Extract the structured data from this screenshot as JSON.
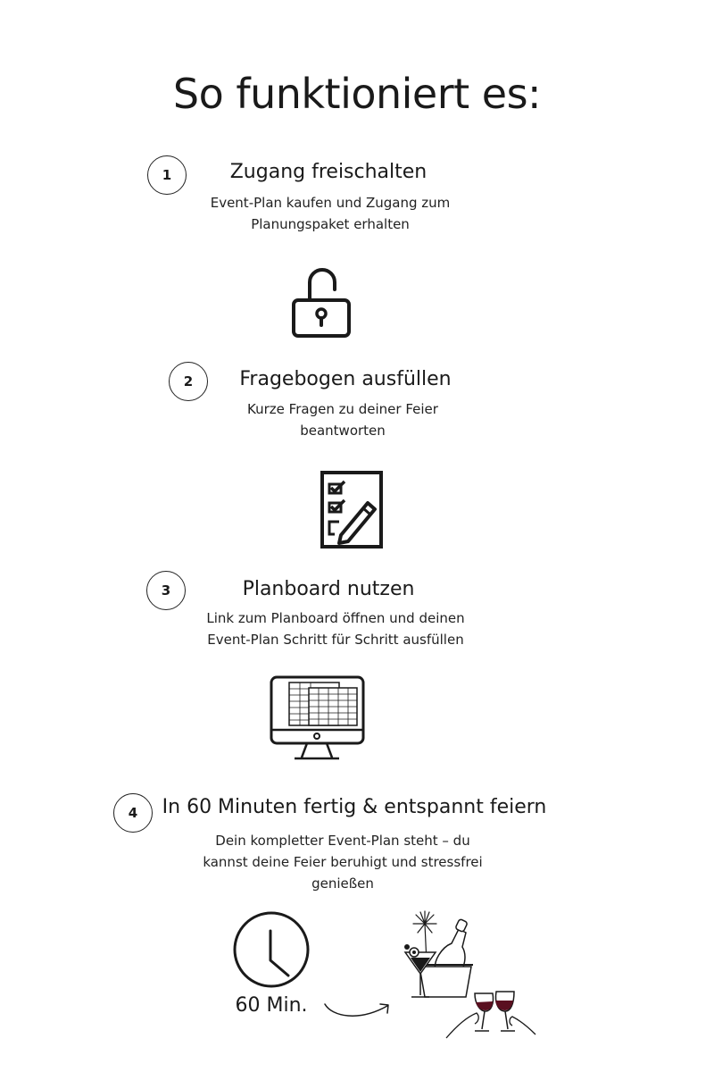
{
  "page": {
    "title": "So funktioniert es:"
  },
  "steps": [
    {
      "number": "1",
      "heading": "Zugang freischalten",
      "description_lines": [
        "Event-Plan kaufen und Zugang zum",
        "Planungspaket erhalten"
      ],
      "icon": "padlock-open-icon"
    },
    {
      "number": "2",
      "heading": "Fragebogen ausfüllen",
      "description_lines": [
        "Kurze Fragen zu deiner Feier",
        "beantworten"
      ],
      "icon": "checklist-pencil-icon"
    },
    {
      "number": "3",
      "heading": "Planboard nutzen",
      "description_lines": [
        "Link zum Planboard öffnen und deinen",
        "Event-Plan Schritt für Schritt ausfüllen"
      ],
      "icon": "monitor-spreadsheet-icon"
    },
    {
      "number": "4",
      "heading": "In 60 Minuten fertig & entspannt feiern",
      "description_lines": [
        "Dein kompletter Event-Plan steht – du",
        "kannst deine Feier beruhigt und stressfrei",
        "genießen"
      ],
      "icon": "clock-icon"
    }
  ],
  "final": {
    "clock_label": "60 Min.",
    "icons": [
      "clock-icon",
      "arrow-icon",
      "celebration-icon"
    ]
  },
  "colors": {
    "text": "#1a1a1a",
    "background": "#ffffff",
    "wine": "#5a1020"
  }
}
